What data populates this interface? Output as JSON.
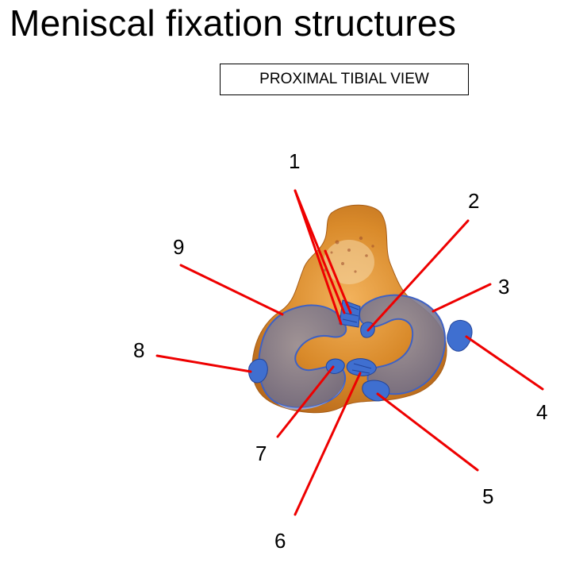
{
  "title": "Meniscal fixation structures",
  "view_label": "PROXIMAL TIBIAL VIEW",
  "labels": [
    {
      "id": "label-1",
      "text": "1"
    },
    {
      "id": "label-2",
      "text": "2"
    },
    {
      "id": "label-3",
      "text": "3"
    },
    {
      "id": "label-4",
      "text": "4"
    },
    {
      "id": "label-5",
      "text": "5"
    },
    {
      "id": "label-6",
      "text": "6"
    },
    {
      "id": "label-7",
      "text": "7"
    },
    {
      "id": "label-8",
      "text": "8"
    },
    {
      "id": "label-9",
      "text": "9"
    }
  ],
  "colors": {
    "bone": "#d9892a",
    "meniscus": "#7e7c92",
    "ligament": "#3f6fd0",
    "leader": "#ee0000"
  }
}
